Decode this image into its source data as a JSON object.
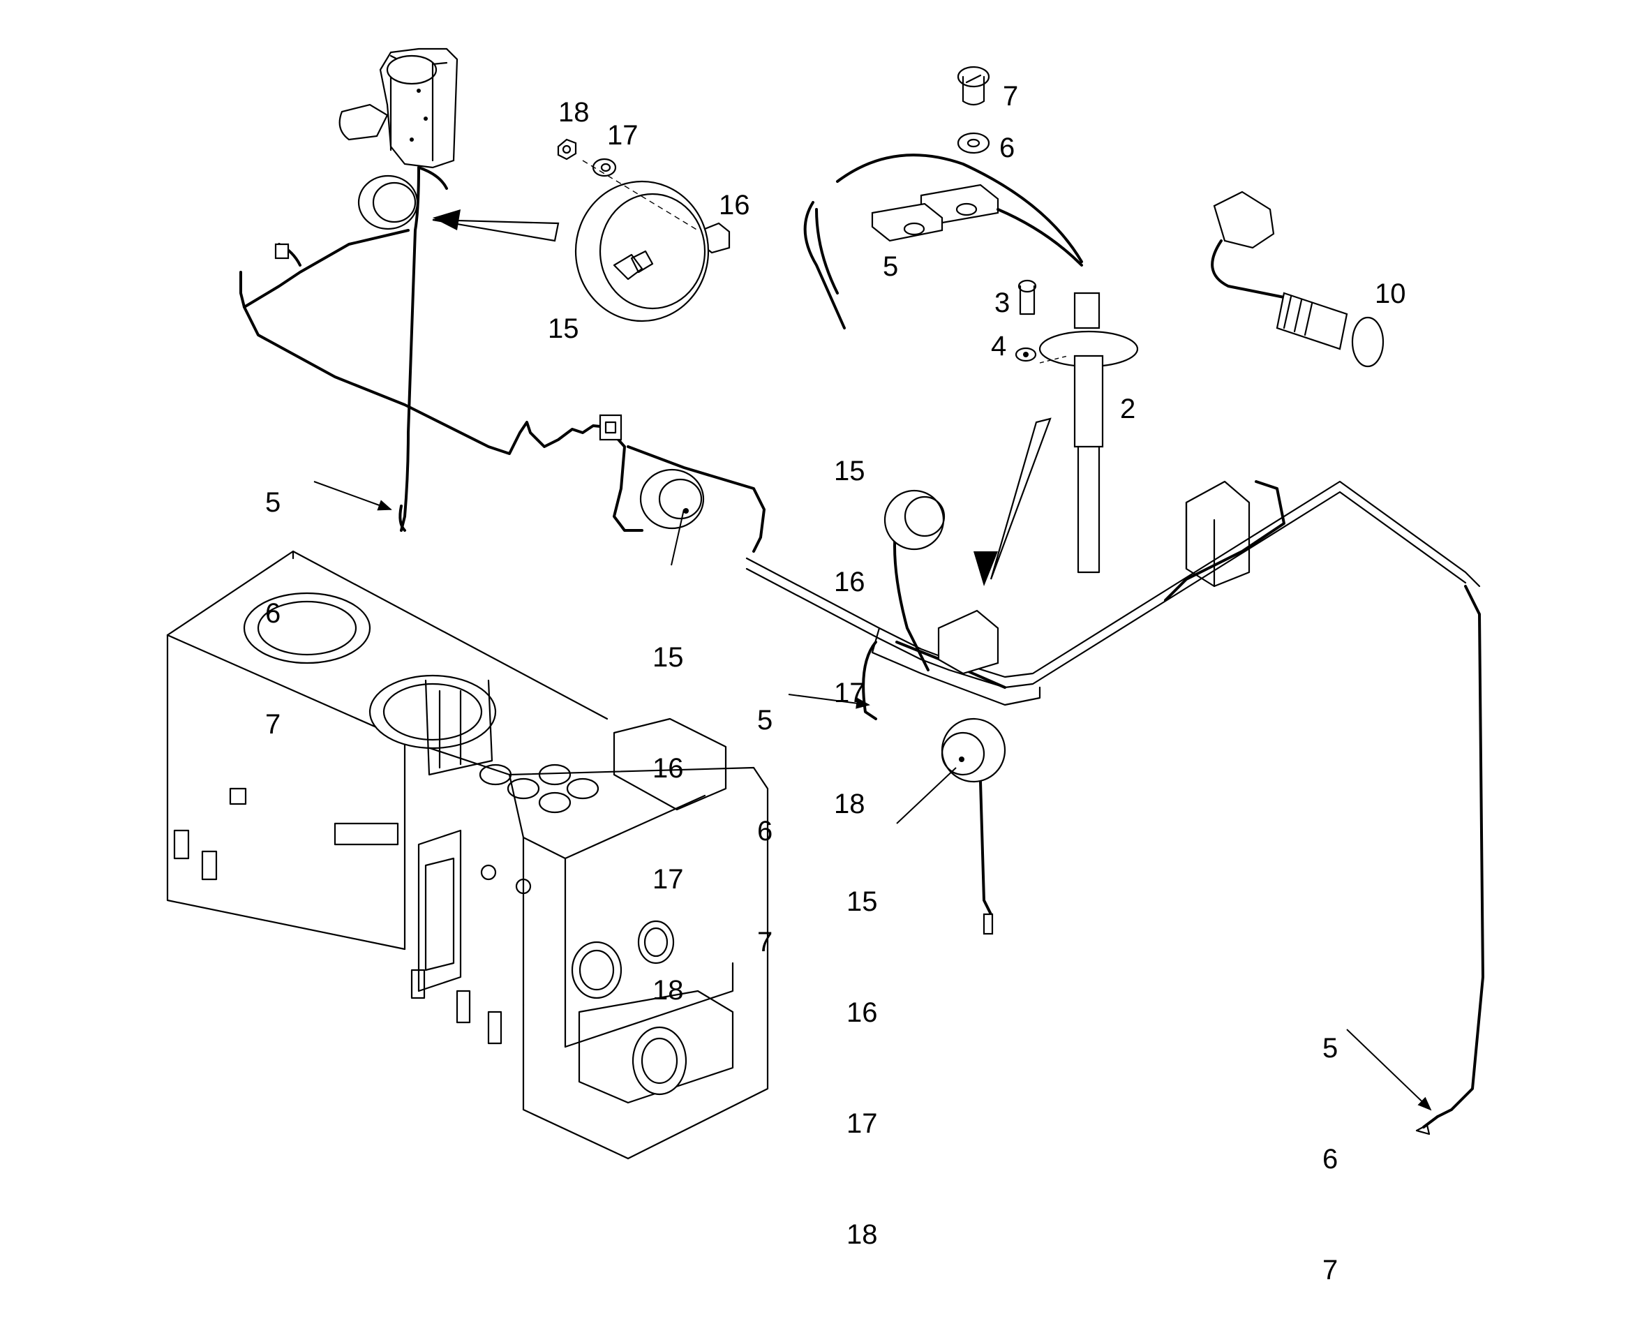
{
  "callouts": {
    "c18_top": "18",
    "c17_top": "17",
    "c16_top": "16",
    "c15_top": "15",
    "c7_top": "7",
    "c6_top": "6",
    "c5_top": "5",
    "c3": "3",
    "c4": "4",
    "c10": "10",
    "c2": "2",
    "group_left": [
      "5",
      "6",
      "7"
    ],
    "group_center_upper": [
      "15",
      "16",
      "17",
      "18"
    ],
    "group_mid": [
      "15",
      "16",
      "17",
      "18"
    ],
    "group_small": [
      "5",
      "6",
      "7"
    ],
    "group_lower": [
      "15",
      "16",
      "17",
      "18"
    ],
    "group_bottom_right": [
      "5",
      "6",
      "7"
    ]
  }
}
